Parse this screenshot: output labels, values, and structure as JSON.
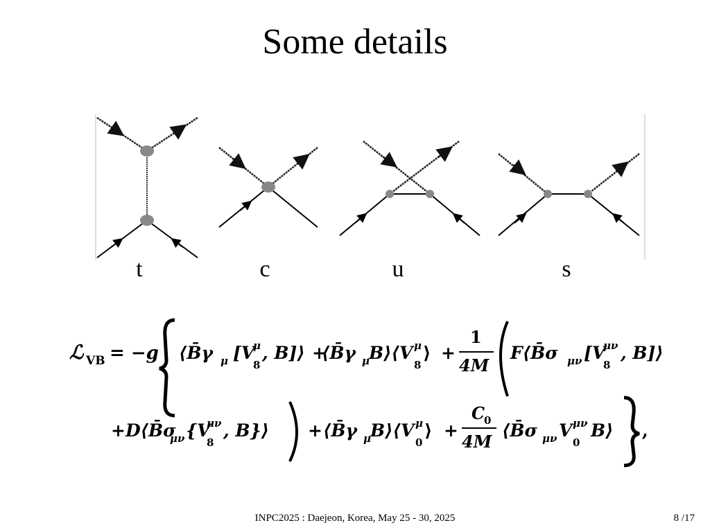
{
  "slide": {
    "title": "Some details"
  },
  "diagrams": {
    "labels": [
      "t",
      "c",
      "u",
      "s"
    ]
  },
  "equation": {
    "lhs": "ℒ",
    "lhs_sub": "VB",
    "equals": "= −g",
    "line1": {
      "term1_open": "⟨B̄γ",
      "term1_sub": "μ",
      "term1_bracket_open": "[V",
      "term1_sup": "μ",
      "term1_sub2": "8",
      "term1_close": ", B]⟩",
      "plus1": "+",
      "term2_open": "⟨B̄γ",
      "term2_sub": "μ",
      "term2_mid": "B⟩⟨V",
      "term2_sup": "μ",
      "term2_sub2": "8",
      "term2_close": "⟩",
      "plus2": "+",
      "frac_num": "1",
      "frac_den": "4M",
      "term3_F": "F⟨B̄σ",
      "term3_sub": "μν",
      "term3_bracket": "[V",
      "term3_sup": "μν",
      "term3_sub2": "8",
      "term3_close": ", B]⟩"
    },
    "line2": {
      "term4_open": "+D⟨B̄σ",
      "term4_sub": "μν",
      "term4_brace": "{V",
      "term4_sup": "μν",
      "term4_sub2": "8",
      "term4_close": ", B}⟩",
      "plus3": "+",
      "term5_open": "⟨B̄γ",
      "term5_sub": "μ",
      "term5_mid": "B⟩⟨V",
      "term5_sup": "μ",
      "term5_sub2": "0",
      "term5_close": "⟩",
      "plus4": "+",
      "frac2_num": "C",
      "frac2_num_sub": "0",
      "frac2_den": "4M",
      "term6_open": "⟨B̄σ",
      "term6_sub": "μν",
      "term6_V": "V",
      "term6_sup": "μν",
      "term6_sub2": "0",
      "term6_close": "B⟩",
      "comma": ","
    }
  },
  "footer": {
    "venue": "INPC2025 : Daejeon, Korea, May 25 - 30, 2025",
    "page": "8 /17"
  }
}
